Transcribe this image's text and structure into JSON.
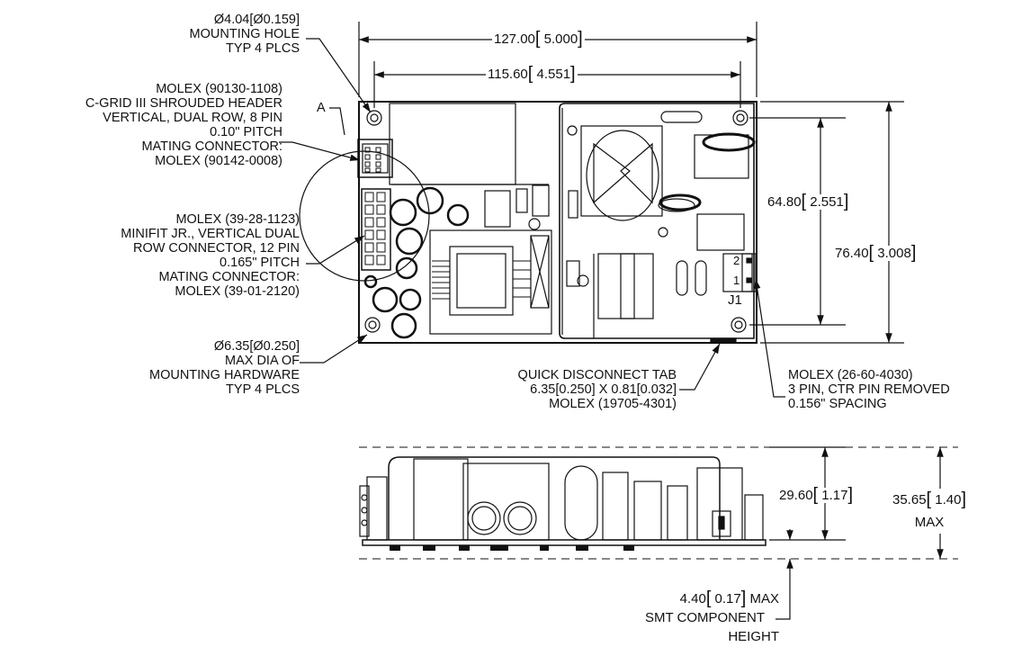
{
  "dims": {
    "overall_width": {
      "value": "127.00",
      "alt": "5.000"
    },
    "hole_spacing_x": {
      "value": "115.60",
      "alt": "4.551"
    },
    "hole_spacing_y": {
      "value": "64.80",
      "alt": "2.551"
    },
    "overall_height": {
      "value": "76.40",
      "alt": "3.008"
    },
    "body_height": {
      "value": "29.60",
      "alt": "1.17"
    },
    "max_height": {
      "value": "35.65",
      "alt": "1.40",
      "suffix": "MAX"
    },
    "smt_height": {
      "value": "4.40",
      "alt": "0.17",
      "suffix": "MAX",
      "line2": "SMT COMPONENT",
      "line3": "HEIGHT"
    }
  },
  "callouts": {
    "mounting_hole": [
      "Ø4.04[Ø0.159]",
      "MOUNTING HOLE",
      "TYP 4 PLCS"
    ],
    "detail_ref": "A",
    "cgrid_header": [
      "MOLEX (90130-1108)",
      "C-GRID III SHROUDED HEADER",
      "VERTICAL, DUAL ROW, 8 PIN",
      "0.10\" PITCH",
      "MATING CONNECTOR:",
      "MOLEX (90142-0008)"
    ],
    "minifit": [
      "MOLEX (39-28-1123)",
      "MINIFIT JR., VERTICAL DUAL",
      "ROW CONNECTOR, 12 PIN",
      "0.165\" PITCH",
      "MATING CONNECTOR:",
      "MOLEX (39-01-2120)"
    ],
    "hardware": [
      "Ø6.35[Ø0.250]",
      "MAX DIA OF",
      "MOUNTING HARDWARE",
      "TYP 4 PLCS"
    ],
    "quick_disconnect": [
      "QUICK DISCONNECT TAB",
      "6.35[0.250] X 0.81[0.032]",
      "MOLEX (19705-4301)"
    ],
    "j1_connector": [
      "MOLEX (26-60-4030)",
      "3 PIN, CTR PIN REMOVED",
      "0.156\" SPACING"
    ],
    "j1_label": "J1",
    "pin2": "2",
    "pin1": "1"
  }
}
